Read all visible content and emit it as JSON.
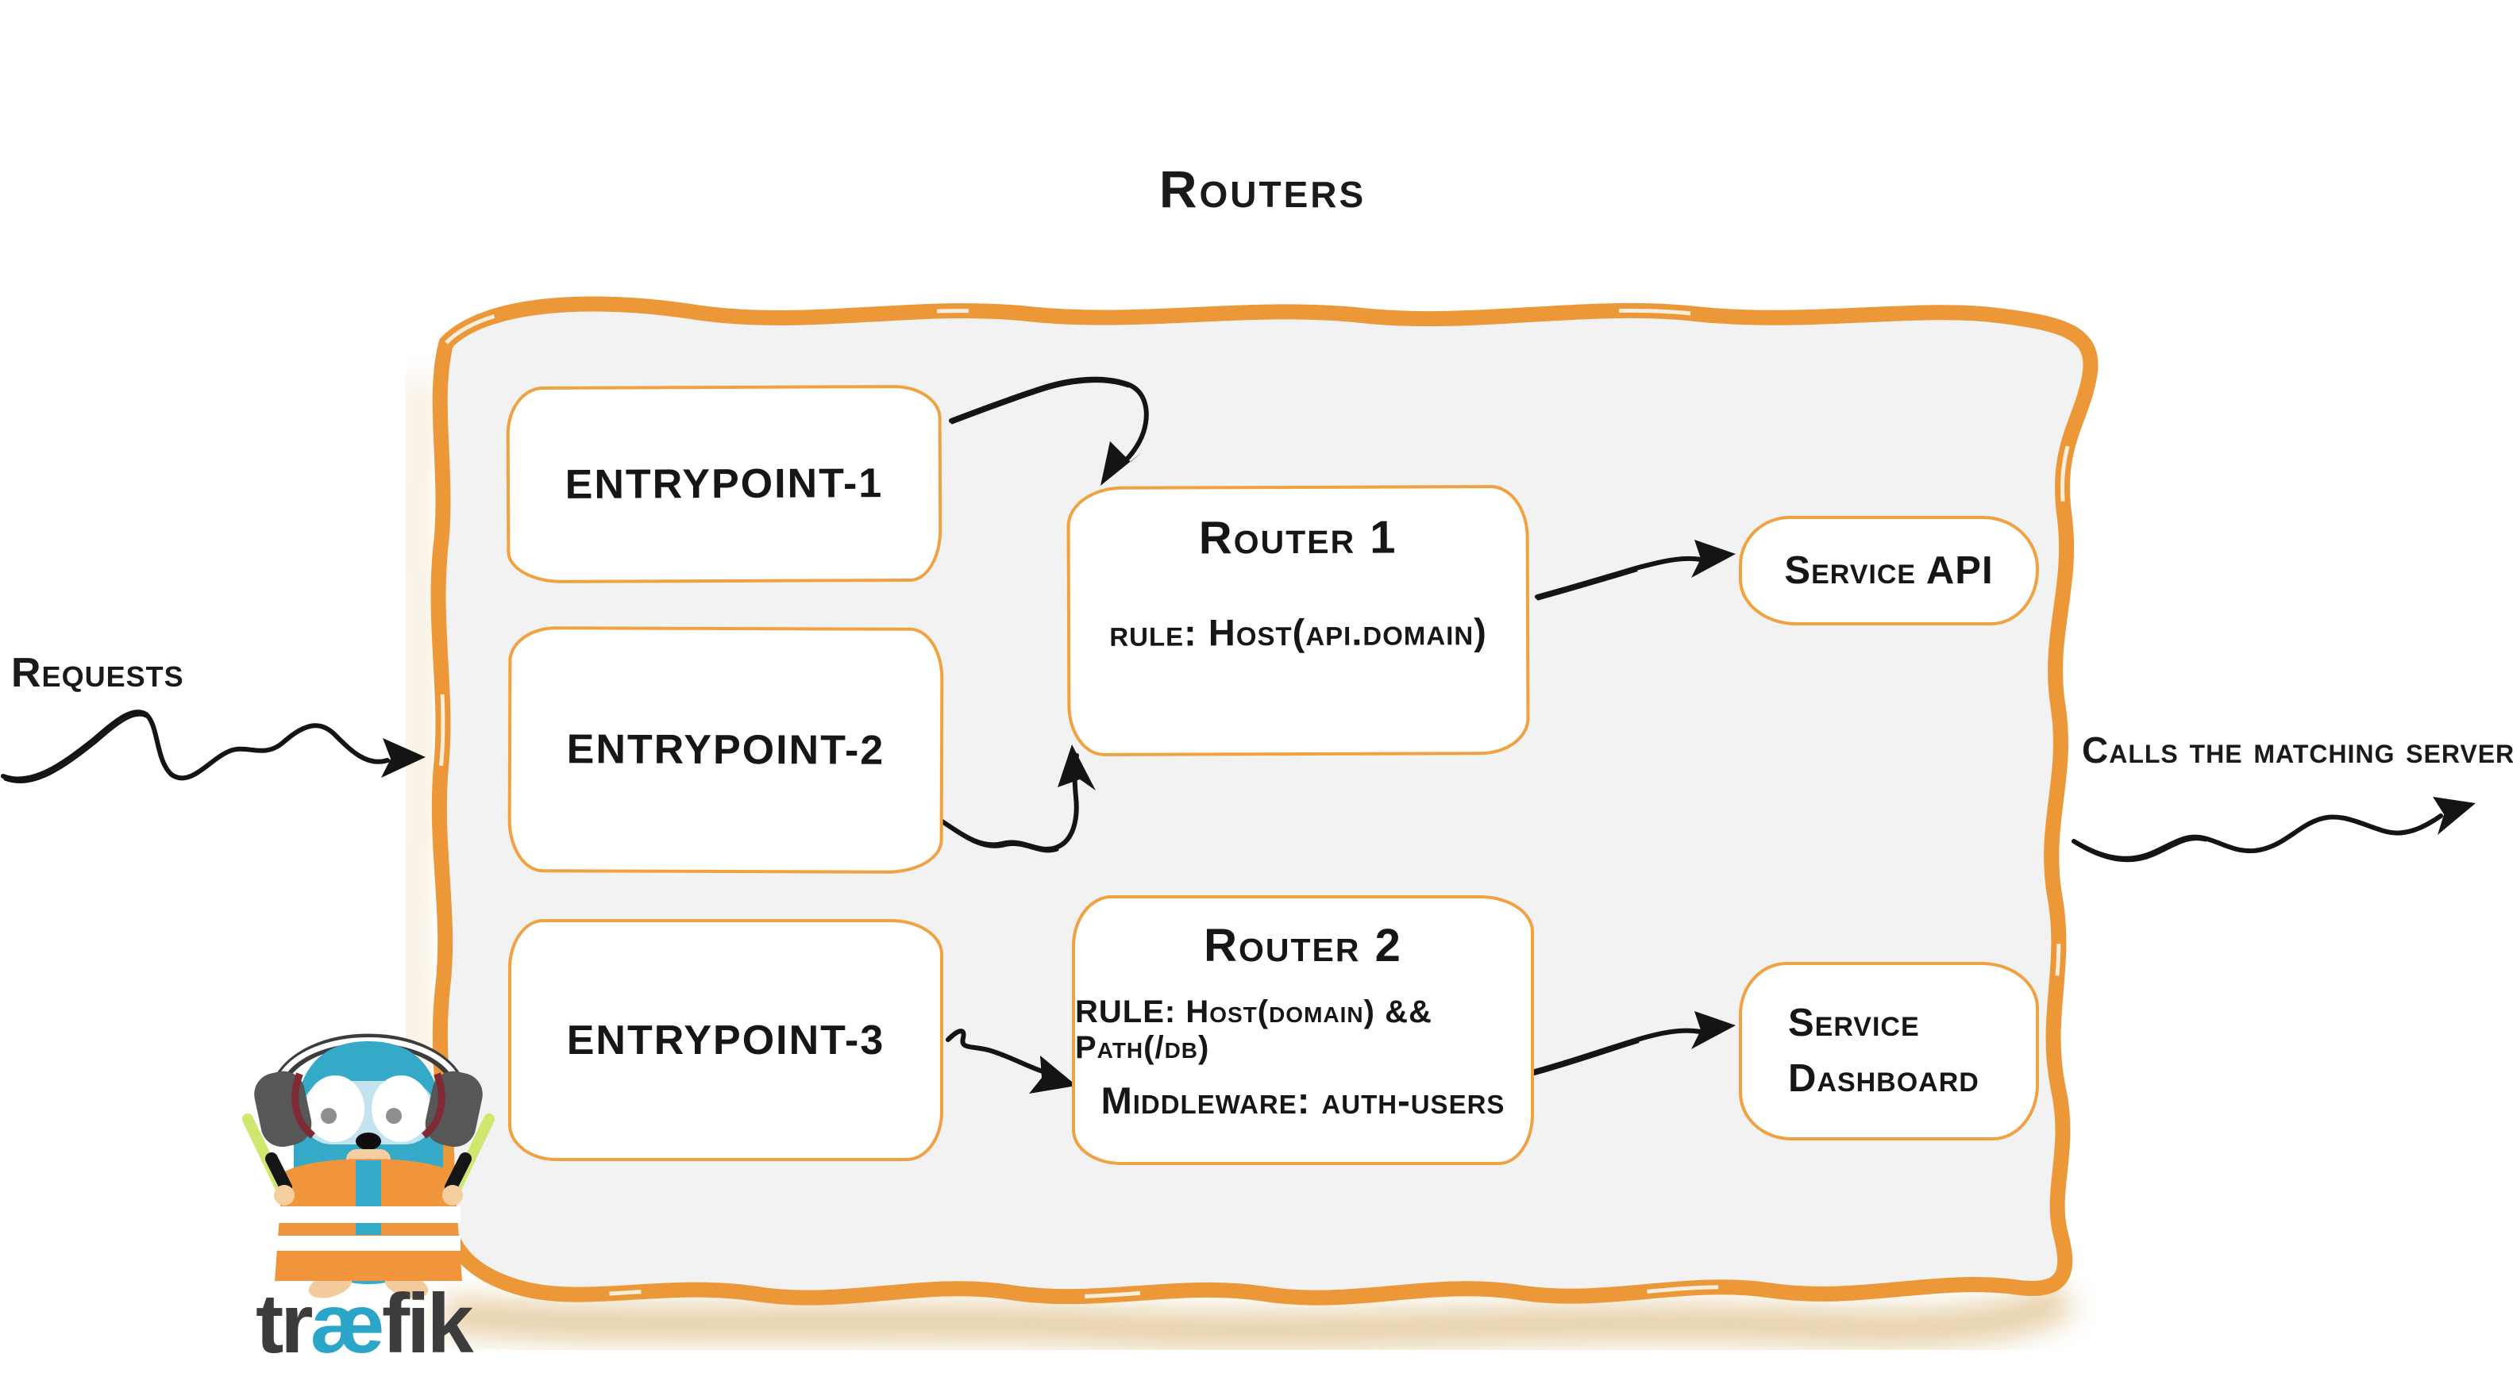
{
  "title": "Routers",
  "labels": {
    "incoming": "Requests",
    "outgoing": "Calls the matching server"
  },
  "entrypoints": [
    {
      "label": "entrypoint-1"
    },
    {
      "label": "entrypoint-2"
    },
    {
      "label": "entrypoint-3"
    }
  ],
  "routers": [
    {
      "title": "Router 1",
      "rule": "rule: Host(api.domain)"
    },
    {
      "title": "Router 2",
      "rule": "RULE: Host(domain) && Path(/db)",
      "middleware": "Middleware: auth-users"
    }
  ],
  "services": [
    {
      "label": "Service API"
    },
    {
      "label": "Service Dashboard"
    }
  ],
  "logo": {
    "wordmark_pre": "tr",
    "wordmark_ae": "æ",
    "wordmark_post": "fik",
    "mascot": "traefik-gopher-mascot"
  },
  "colors": {
    "accent_orange": "#EC9838",
    "box_border_orange": "#F0A243",
    "canvas_gray": "#F2F2F2",
    "box_white": "#FFFFFF",
    "ink_black": "#1A1A1A",
    "shadow_tan": "#C9963E",
    "logo_teal": "#2BA6C9",
    "logo_dark": "#3C3C3C",
    "gopher_blue": "#35A9C8",
    "vest_orange": "#F0953C",
    "stick_green": "#CDE76F"
  }
}
